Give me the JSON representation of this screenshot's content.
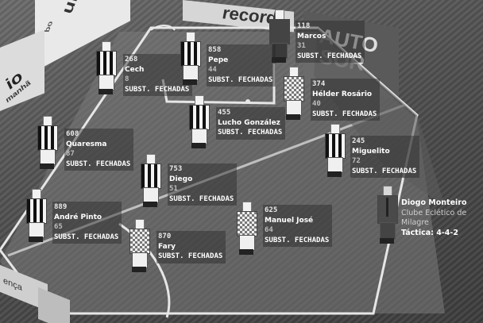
{
  "boards": {
    "left_top_logo": "ultimato",
    "left_top_tag": "bo",
    "left_mid_logo": "io",
    "left_mid_tag": "manhã",
    "top_center_logo": "record",
    "right_top_logo": "AUTO\nSOR"
  },
  "players": [
    {
      "id": "marcos",
      "number": "118",
      "name": "Marcos",
      "value": "31",
      "status": "SUBST. FECHADAS",
      "kit": "dark"
    },
    {
      "id": "cech",
      "number": "268",
      "name": "Cech",
      "value": "8",
      "status": "SUBST. FECHADAS",
      "kit": "striped"
    },
    {
      "id": "pepe",
      "number": "858",
      "name": "Pepe",
      "value": "44",
      "status": "SUBST. FECHADAS",
      "kit": "striped"
    },
    {
      "id": "helder",
      "number": "374",
      "name": "Hélder Rosário",
      "value": "40",
      "status": "SUBST. FECHADAS",
      "kit": "checked"
    },
    {
      "id": "lucho",
      "number": "455",
      "name": "Lucho González",
      "value": "",
      "status": "SUBST. FECHADAS",
      "kit": "striped"
    },
    {
      "id": "quaresma",
      "number": "608",
      "name": "Quaresma",
      "value": "87",
      "status": "SUBST. FECHADAS",
      "kit": "striped"
    },
    {
      "id": "miguelito",
      "number": "245",
      "name": "Miguelito",
      "value": "72",
      "status": "SUBST. FECHADAS",
      "kit": "striped"
    },
    {
      "id": "diego",
      "number": "753",
      "name": "Diego",
      "value": "51",
      "status": "SUBST. FECHADAS",
      "kit": "striped"
    },
    {
      "id": "andre",
      "number": "889",
      "name": "André Pinto",
      "value": "65",
      "status": "SUBST. FECHADAS",
      "kit": "striped"
    },
    {
      "id": "manuel",
      "number": "625",
      "name": "Manuel José",
      "value": "64",
      "status": "SUBST. FECHADAS",
      "kit": "checked"
    },
    {
      "id": "fary",
      "number": "870",
      "name": "Fary",
      "value": "",
      "status": "SUBST. FECHADAS",
      "kit": "checked"
    }
  ],
  "manager": {
    "name": "Diogo Monteiro",
    "club": "Clube Eclético de Milagre",
    "tactic": "Táctica: 4-4-2"
  },
  "bottom_sign": "ença"
}
